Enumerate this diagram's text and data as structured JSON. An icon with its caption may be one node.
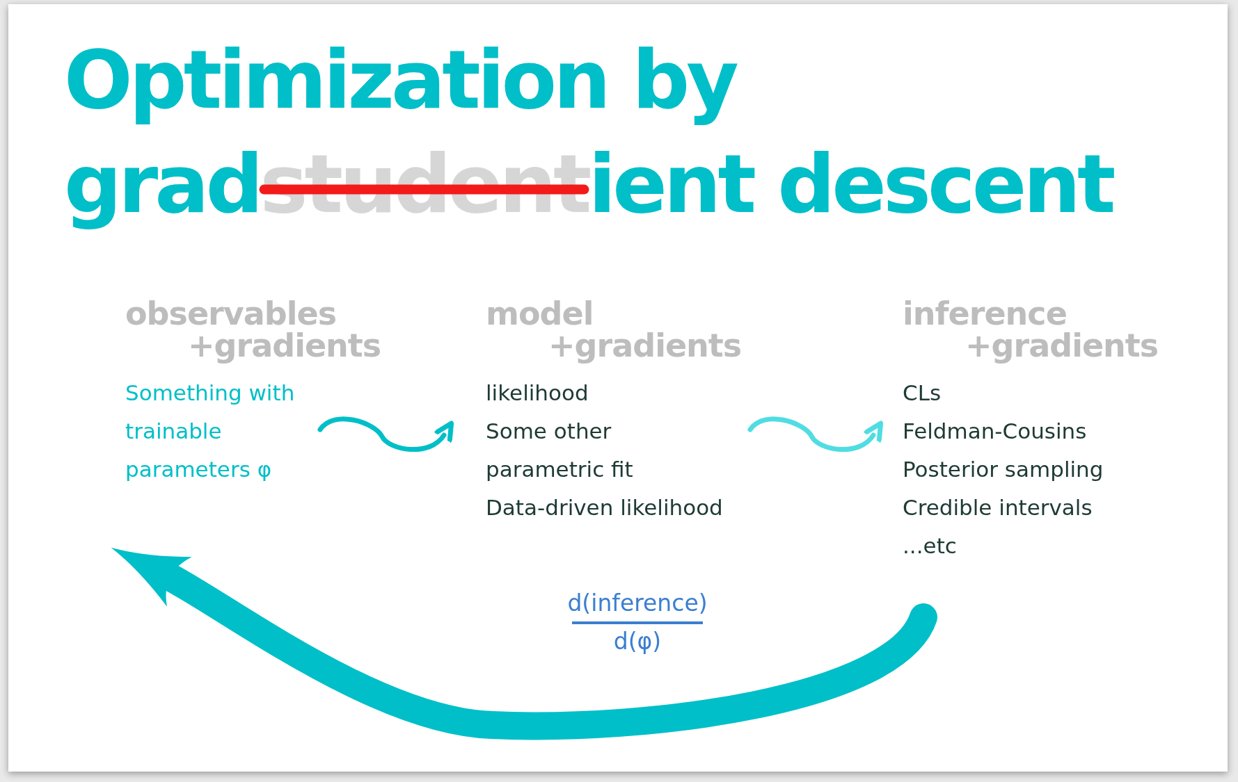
{
  "diagram": {
    "title": "Optimization by grad",
    "nodes": [
      {
        "text": [
          "observables +gradients",
          "Something with trainable parameters φ"
        ]
      },
      {
        "text": [
          "model +gradients",
          "likelihood",
          "Some other parametric fit",
          "Data-driven likelihood"
        ]
      },
      {
        "text": [
          "inference +gradients",
          "CLs",
          "Feldman-Cousins",
          "Posterior sampling",
          "Credible intervals",
          "...etc"
        ]
      }
    ],
    "edges": [
      {
        "from": 0,
        "to": 1,
        "arrow": "to"
      },
      {
        "from": 1,
        "to": 2,
        "arrow": "to",
        "color": "#4fdde2"
      },
      {
        "from": 2,
        "to": 0,
        "arrow": "to",
        "style": "thick"
      }
    ],
    "labels": [
      "student",
      "ient descent",
      "d(inference)",
      "d(φ)"
    ]
  }
}
